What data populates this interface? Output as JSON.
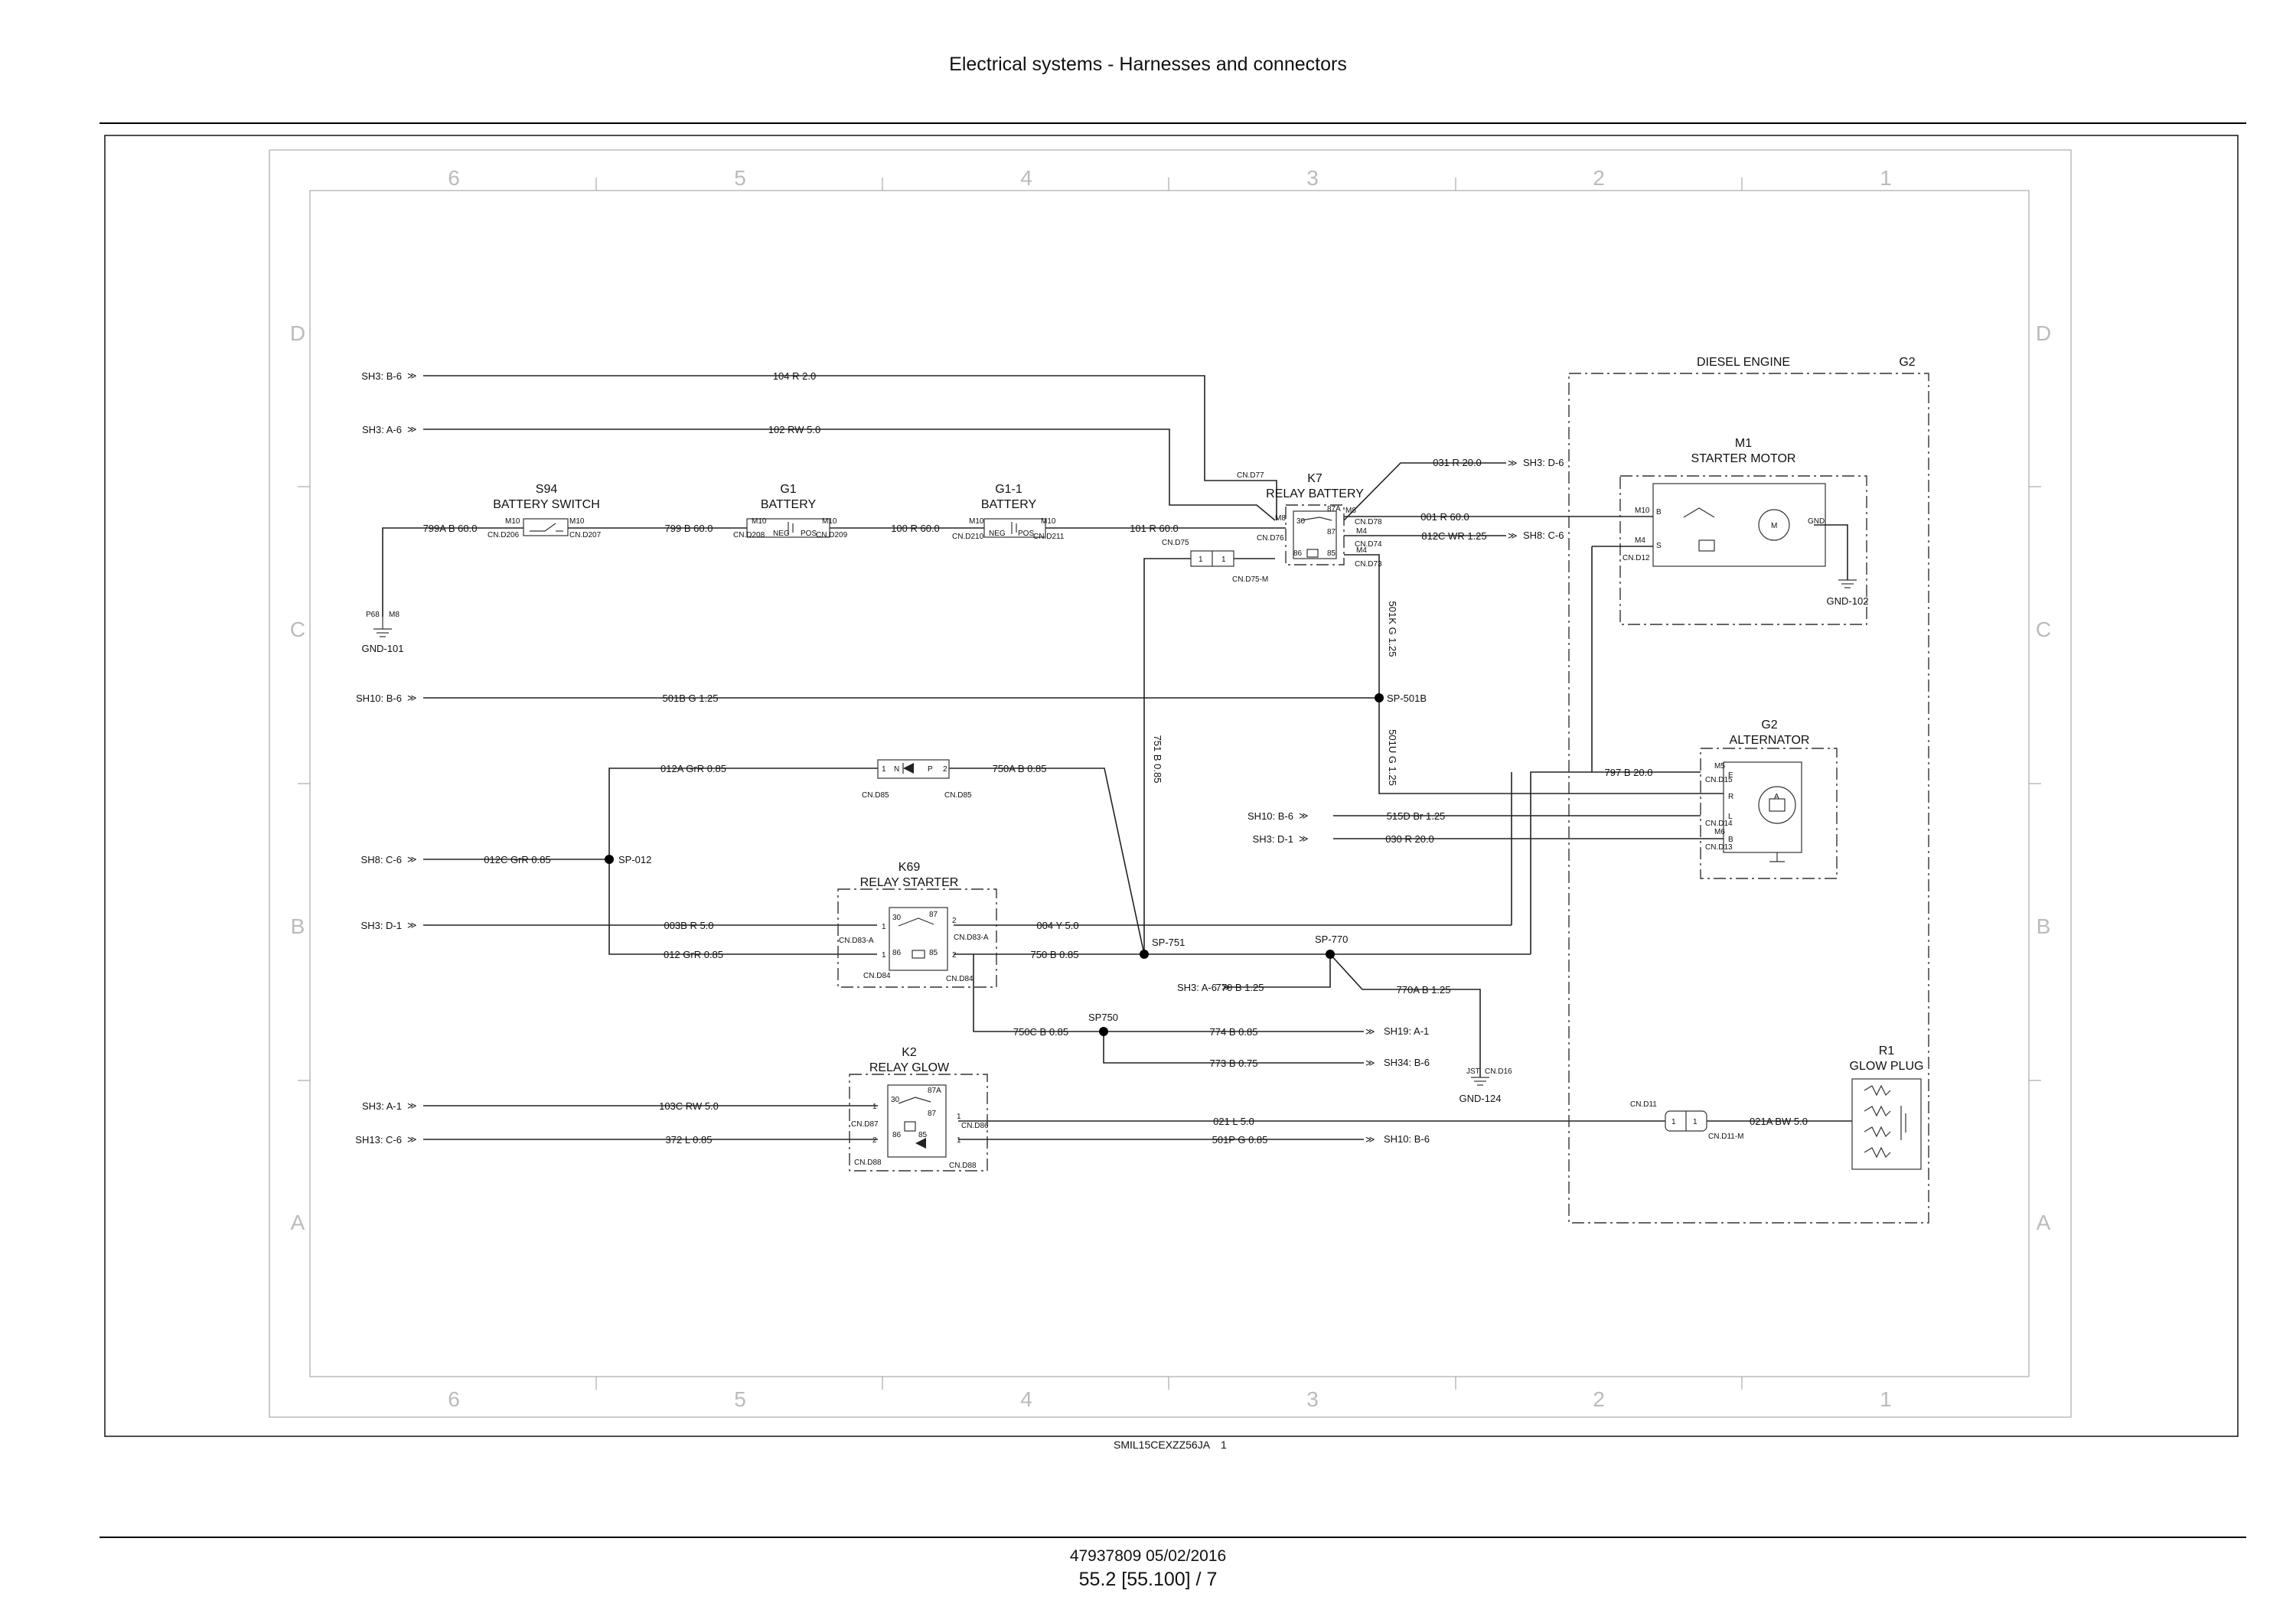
{
  "header": {
    "title": "Electrical systems - Harnesses and connectors"
  },
  "footer": {
    "doc_code": "SMIL15CEXZZ56JA",
    "doc_page": "1",
    "ref": "47937809 05/02/2016",
    "page": "55.2 [55.100] / 7"
  },
  "grid": {
    "cols": [
      "6",
      "5",
      "4",
      "3",
      "2",
      "1"
    ],
    "rows": [
      "D",
      "C",
      "B",
      "A"
    ]
  },
  "offsheet": {
    "sh3_b6": "SH3: B-6",
    "sh3_a6": "SH3: A-6",
    "sh10_b6": "SH10: B-6",
    "sh8_c6": "SH8: C-6",
    "sh3_d1": "SH3: D-1",
    "sh3_a1": "SH3: A-1",
    "sh13_c6": "SH13: C-6",
    "sh3_d6": "SH3: D-6",
    "sh19_a1": "SH19: A-1",
    "sh34_b6": "SH34: B-6"
  },
  "wires": {
    "w104": "104  R  2.0",
    "w102": "102  RW  5.0",
    "w799a": "799A  B  60.0",
    "w799": "799  B  60.0",
    "w100": "100  R  60.0",
    "w101": "101  R  60.0",
    "w031": "031  R  20.0",
    "w001": "001  R  60.0",
    "w812c": "812C  WR  1.25",
    "w501k": "501K  G  1.25",
    "w501b": "501B  G  1.25",
    "w501u": "501U  G  1.25",
    "w751": "751  B  0.85",
    "w012a": "012A  GrR  0.85",
    "w750a": "750A  B  0.85",
    "w797": "797  B  20.0",
    "w515d": "515D  Br  1.25",
    "w030": "030  R  20.0",
    "w012c": "012C  GrR  0.85",
    "w003b": "003B  R  5.0",
    "w004": "004  Y  5.0",
    "w012": "012  GrR  0.85",
    "w750": "750  B  0.85",
    "w770": "770  B  1.25",
    "w770a": "770A  B  1.25",
    "w750c": "750C  B  0.85",
    "w774": "774  B  0.85",
    "w773": "773  B  0.75",
    "w103c": "103C  RW  5.0",
    "w021": "021  L  5.0",
    "w372": "372  L  0.85",
    "w501p": "501P  G  0.85",
    "w021a": "021A  BW  5.0"
  },
  "splices": {
    "sp501b": "SP-501B",
    "sp012": "SP-012",
    "sp751": "SP-751",
    "sp770": "SP-770",
    "sp750": "SP750"
  },
  "components": {
    "s94_id": "S94",
    "s94_name": "BATTERY SWITCH",
    "g1_id": "G1",
    "g1_name": "BATTERY",
    "g11_id": "G1-1",
    "g11_name": "BATTERY",
    "k7_id": "K7",
    "k7_name": "RELAY BATTERY",
    "m1_id": "M1",
    "m1_name": "STARTER MOTOR",
    "engine_name": "DIESEL ENGINE",
    "engine_id": "G2",
    "g2_id": "G2",
    "g2_name": "ALTERNATOR",
    "k69_id": "K69",
    "k69_name": "RELAY STARTER",
    "k2_id": "K2",
    "k2_name": "RELAY GLOW",
    "r1_id": "R1",
    "r1_name": "GLOW PLUG"
  },
  "connectors": {
    "cnd206": "CN.D206",
    "cnd207": "CN.D207",
    "cnd208": "CN.D208",
    "cnd209": "CN.D209",
    "cnd210": "CN.D210",
    "cnd211": "CN.D211",
    "cnd77": "CN.D77",
    "cnd76": "CN.D76",
    "cnd75": "CN.D75",
    "cnd75m": "CN.D75-M",
    "cnd78": "CN.D78",
    "cnd74": "CN.D74",
    "cnd73": "CN.D73",
    "cnd15": "CN.D15",
    "cnd14": "CN.D14",
    "cnd13": "CN.D13",
    "cnd12": "CN.D12",
    "cnd85a": "CN.D85",
    "cnd85b": "CN.D85",
    "cnd83a_l": "CN.D83-A",
    "cnd83a_r": "CN.D83-A",
    "cnd84_l": "CN.D84",
    "cnd84_r": "CN.D84",
    "cnd16": "CN.D16",
    "cnd87": "CN.D87",
    "cnd86": "CN.D86",
    "cnd88_l": "CN.D88",
    "cnd88_r": "CN.D88",
    "cnd11": "CN.D11",
    "cnd11m": "CN.D11-M"
  },
  "grounds": {
    "gnd101": "GND-101",
    "gnd102": "GND-102",
    "gnd124": "GND-124"
  },
  "pins": {
    "m10": "M10",
    "m8": "M8",
    "m4": "M4",
    "m5": "M5",
    "m6": "M6",
    "p68": "P68",
    "jst": "JST",
    "neg": "NEG",
    "pos": "POS",
    "gnd": "GND",
    "p30": "30",
    "p87": "87",
    "p87a": "87A",
    "p86": "86",
    "p85": "85",
    "n": "N",
    "p": "P",
    "one": "1",
    "two": "2",
    "e": "E",
    "r": "R",
    "l": "L",
    "b": "B",
    "a": "A",
    "s": "S",
    "m": "M"
  }
}
